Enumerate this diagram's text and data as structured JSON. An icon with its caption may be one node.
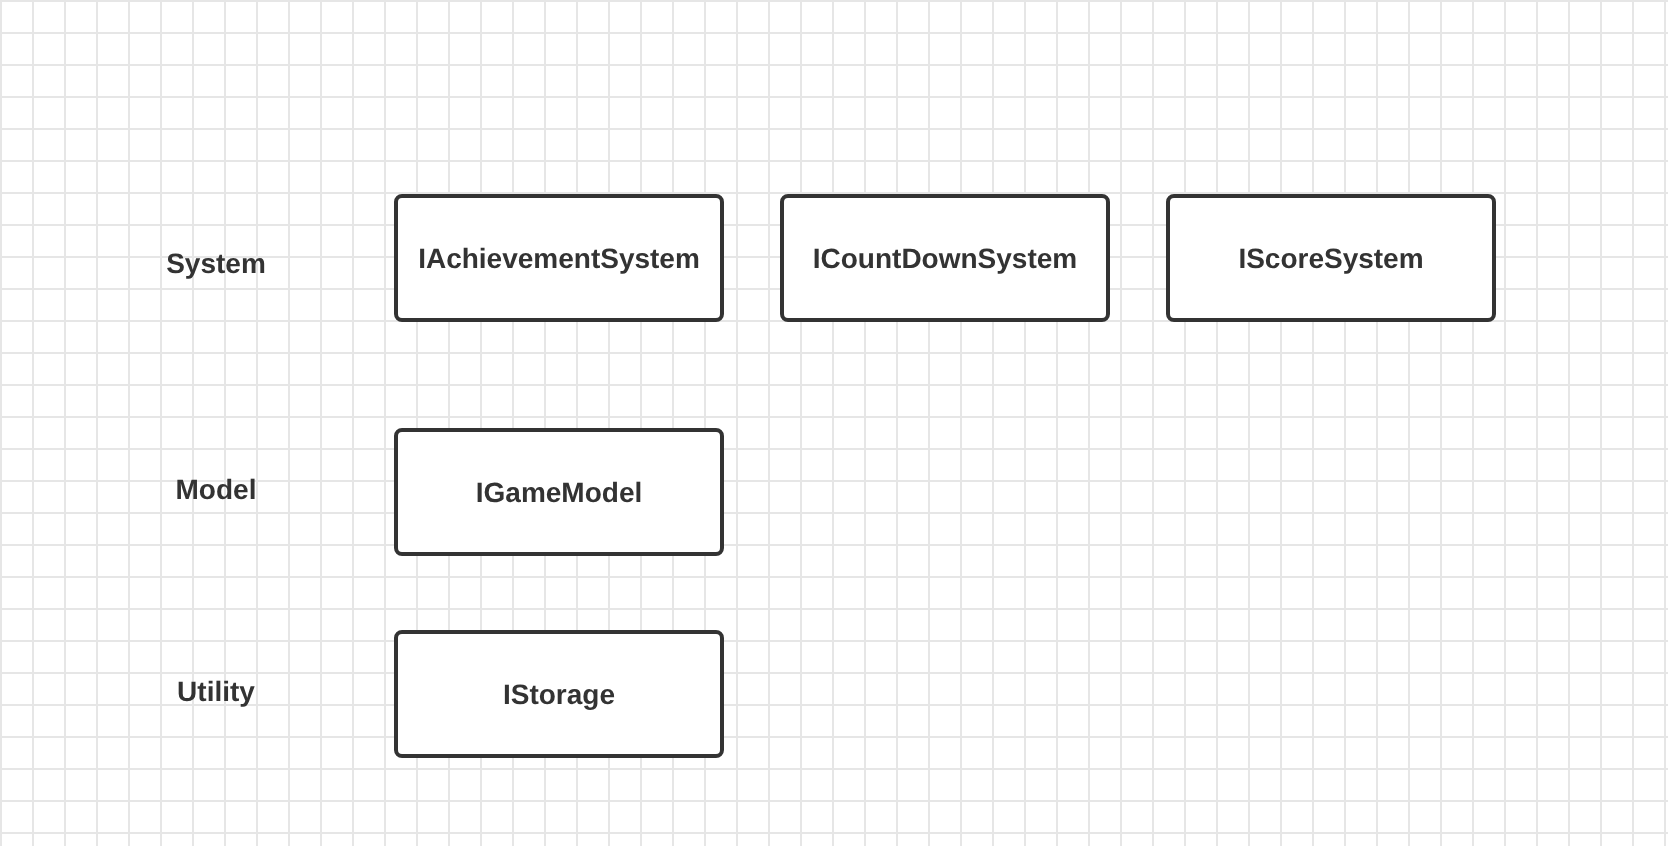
{
  "diagram": {
    "nodes": [
      {
        "text": [
          "IAchievementSystem"
        ]
      },
      {
        "text": [
          "ICountDownSystem"
        ]
      },
      {
        "text": [
          "IScoreSystem"
        ]
      },
      {
        "text": [
          "IGameModel"
        ]
      },
      {
        "text": [
          "IStorage"
        ]
      }
    ],
    "labels": [
      "System",
      "Model",
      "Utility"
    ]
  }
}
